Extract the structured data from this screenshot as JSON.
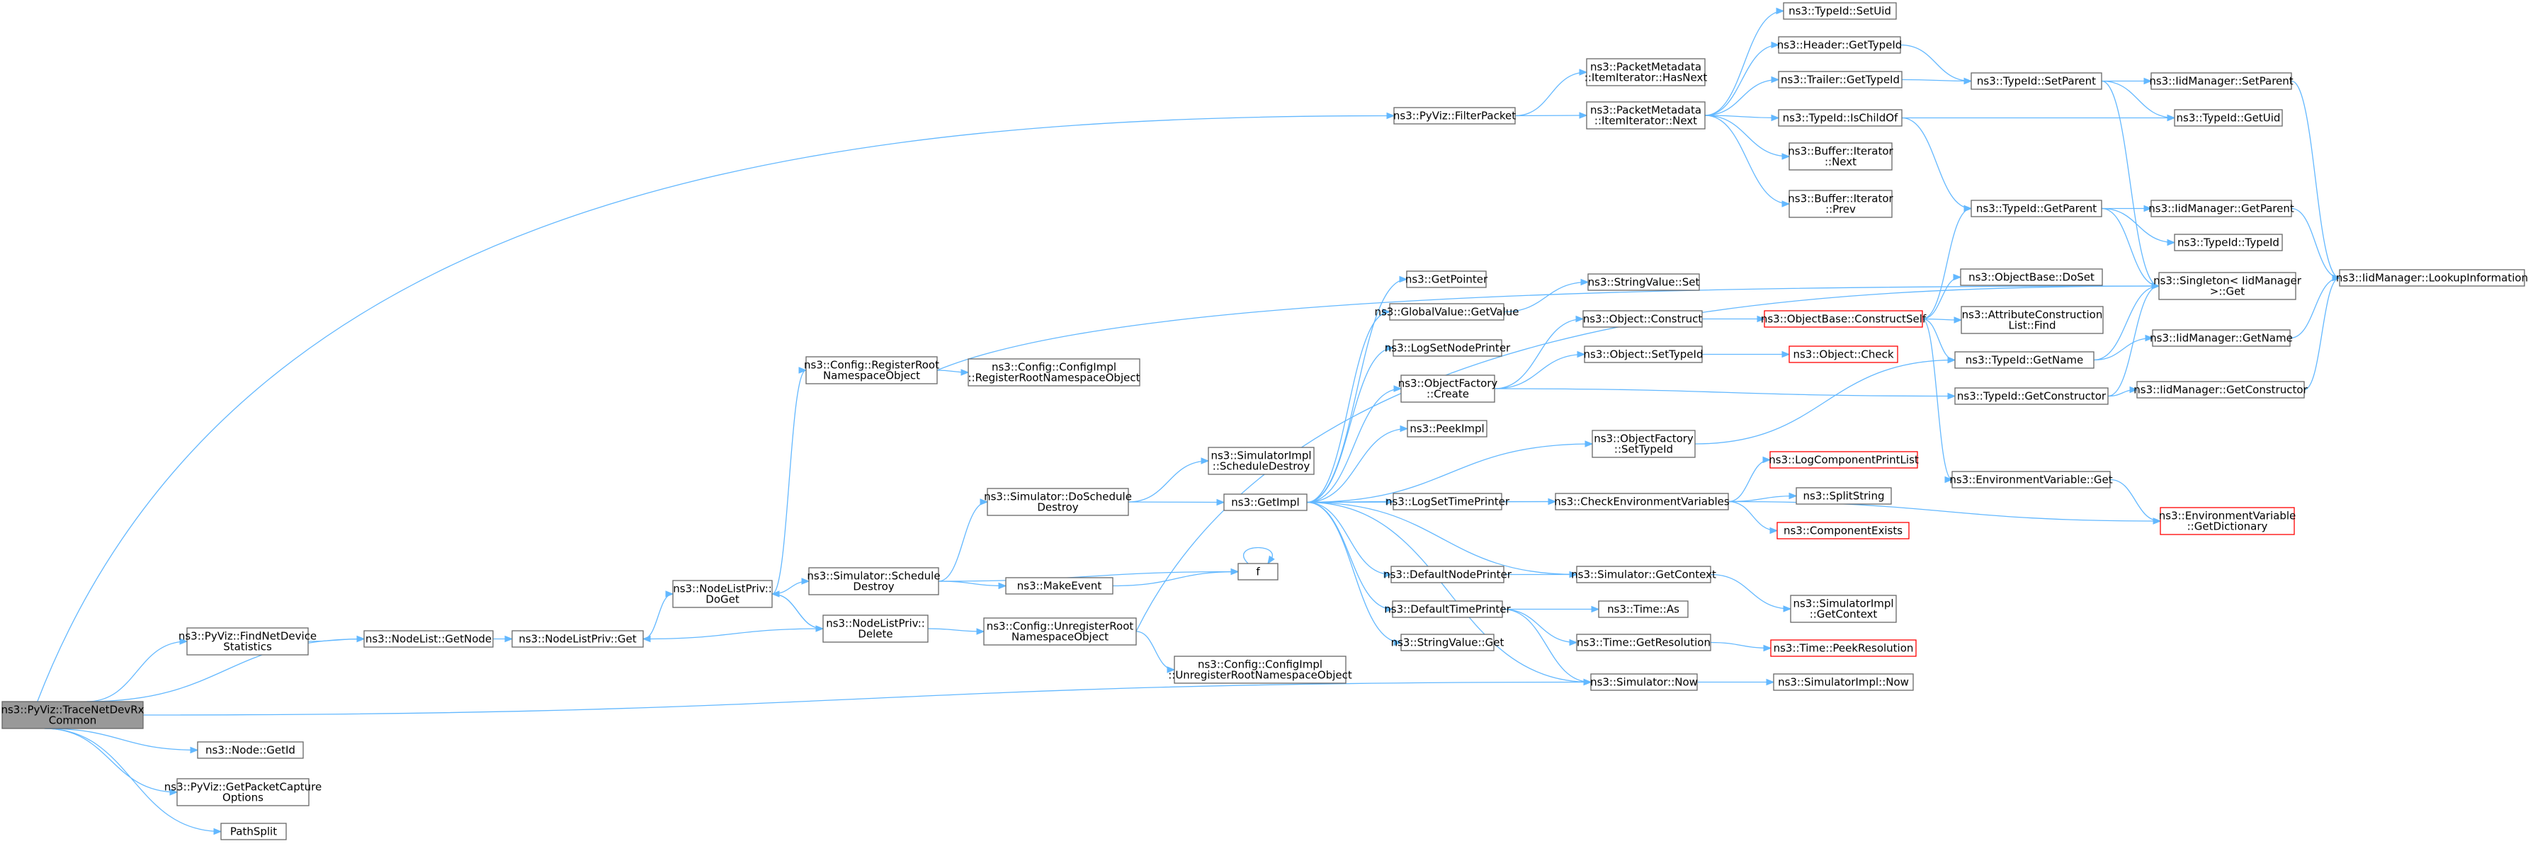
{
  "graph": {
    "nodes": [
      {
        "id": "root",
        "lines": [
          "ns3::PyViz::TraceNetDevRx",
          "Common"
        ]
      },
      {
        "id": "pyviz_filterpacket",
        "lines": [
          "ns3::PyViz::FilterPacket"
        ]
      },
      {
        "id": "pyviz_findnetdev",
        "lines": [
          "ns3::PyViz::FindNetDevice",
          "Statistics"
        ]
      },
      {
        "id": "nodelist_getnode",
        "lines": [
          "ns3::NodeList::GetNode"
        ]
      },
      {
        "id": "node_getid",
        "lines": [
          "ns3::Node::GetId"
        ]
      },
      {
        "id": "pyviz_getpacketcapture",
        "lines": [
          "ns3::PyViz::GetPacketCapture",
          "Options"
        ]
      },
      {
        "id": "pathsplit",
        "lines": [
          "PathSplit"
        ]
      },
      {
        "id": "nodelistpriv_get",
        "lines": [
          "ns3::NodeListPriv::Get"
        ]
      },
      {
        "id": "nodelistpriv_doget",
        "lines": [
          "ns3::NodeListPriv::",
          "DoGet"
        ]
      },
      {
        "id": "config_registerroot",
        "lines": [
          "ns3::Config::RegisterRoot",
          "NamespaceObject"
        ]
      },
      {
        "id": "configimpl_registerroot",
        "lines": [
          "ns3::Config::ConfigImpl",
          "::RegisterRootNamespaceObject"
        ]
      },
      {
        "id": "sim_scheduledestroy",
        "lines": [
          "ns3::Simulator::Schedule",
          "Destroy"
        ]
      },
      {
        "id": "nodelistpriv_delete",
        "lines": [
          "ns3::NodeListPriv::",
          "Delete"
        ]
      },
      {
        "id": "sim_doscheduledestroy",
        "lines": [
          "ns3::Simulator::DoSchedule",
          "Destroy"
        ]
      },
      {
        "id": "makeevent",
        "lines": [
          "ns3::MakeEvent"
        ]
      },
      {
        "id": "config_unregisterroot",
        "lines": [
          "ns3::Config::UnregisterRoot",
          "NamespaceObject"
        ]
      },
      {
        "id": "configimpl_unregisterroot",
        "lines": [
          "ns3::Config::ConfigImpl",
          "::UnregisterRootNamespaceObject"
        ]
      },
      {
        "id": "simimpl_scheduledestroy",
        "lines": [
          "ns3::SimulatorImpl",
          "::ScheduleDestroy"
        ]
      },
      {
        "id": "getimpl",
        "lines": [
          "ns3::GetImpl"
        ]
      },
      {
        "id": "f",
        "lines": [
          "f"
        ]
      },
      {
        "id": "getpointer",
        "lines": [
          "ns3::GetPointer"
        ]
      },
      {
        "id": "globalvalue_getvalue",
        "lines": [
          "ns3::GlobalValue::GetValue"
        ]
      },
      {
        "id": "logsetnodeprinter",
        "lines": [
          "ns3::LogSetNodePrinter"
        ]
      },
      {
        "id": "objectfactory_create",
        "lines": [
          "ns3::ObjectFactory",
          "::Create"
        ]
      },
      {
        "id": "peekimpl",
        "lines": [
          "ns3::PeekImpl"
        ]
      },
      {
        "id": "logsettimeprinter",
        "lines": [
          "ns3::LogSetTimePrinter"
        ]
      },
      {
        "id": "defaultnodeprinter",
        "lines": [
          "ns3::DefaultNodePrinter"
        ]
      },
      {
        "id": "defaulttimeprinter",
        "lines": [
          "ns3::DefaultTimePrinter"
        ]
      },
      {
        "id": "stringvalue_get",
        "lines": [
          "ns3::StringValue::Get"
        ]
      },
      {
        "id": "stringvalue_set",
        "lines": [
          "ns3::StringValue::Set"
        ]
      },
      {
        "id": "object_construct",
        "lines": [
          "ns3::Object::Construct"
        ]
      },
      {
        "id": "object_settypeid",
        "lines": [
          "ns3::Object::SetTypeId"
        ]
      },
      {
        "id": "objectfactory_settypeid",
        "lines": [
          "ns3::ObjectFactory",
          "::SetTypeId"
        ]
      },
      {
        "id": "checkenvvars",
        "lines": [
          "ns3::CheckEnvironmentVariables"
        ]
      },
      {
        "id": "sim_getcontext",
        "lines": [
          "ns3::Simulator::GetContext"
        ]
      },
      {
        "id": "time_as",
        "lines": [
          "ns3::Time::As"
        ]
      },
      {
        "id": "time_getresolution",
        "lines": [
          "ns3::Time::GetResolution"
        ]
      },
      {
        "id": "sim_now",
        "lines": [
          "ns3::Simulator::Now"
        ]
      },
      {
        "id": "pm_hasnext",
        "lines": [
          "ns3::PacketMetadata",
          "::ItemIterator::HasNext"
        ]
      },
      {
        "id": "pm_next",
        "lines": [
          "ns3::PacketMetadata",
          "::ItemIterator::Next"
        ]
      },
      {
        "id": "objectbase_constructself",
        "lines": [
          "ns3::ObjectBase::ConstructSelf"
        ]
      },
      {
        "id": "object_check",
        "lines": [
          "ns3::Object::Check"
        ]
      },
      {
        "id": "logcomponentprintlist",
        "lines": [
          "ns3::LogComponentPrintList"
        ]
      },
      {
        "id": "splitstring",
        "lines": [
          "ns3::SplitString"
        ]
      },
      {
        "id": "componentexists",
        "lines": [
          "ns3::ComponentExists"
        ]
      },
      {
        "id": "simimpl_getcontext",
        "lines": [
          "ns3::SimulatorImpl",
          "::GetContext"
        ]
      },
      {
        "id": "time_peekresolution",
        "lines": [
          "ns3::Time::PeekResolution"
        ]
      },
      {
        "id": "simimpl_now",
        "lines": [
          "ns3::SimulatorImpl::Now"
        ]
      },
      {
        "id": "typeid_setuid",
        "lines": [
          "ns3::TypeId::SetUid"
        ]
      },
      {
        "id": "header_gettypeid",
        "lines": [
          "ns3::Header::GetTypeId"
        ]
      },
      {
        "id": "trailer_gettypeid",
        "lines": [
          "ns3::Trailer::GetTypeId"
        ]
      },
      {
        "id": "typeid_ischildof",
        "lines": [
          "ns3::TypeId::IsChildOf"
        ]
      },
      {
        "id": "buffer_next",
        "lines": [
          "ns3::Buffer::Iterator",
          "::Next"
        ]
      },
      {
        "id": "buffer_prev",
        "lines": [
          "ns3::Buffer::Iterator",
          "::Prev"
        ]
      },
      {
        "id": "typeid_setparent",
        "lines": [
          "ns3::TypeId::SetParent"
        ]
      },
      {
        "id": "typeid_getparent",
        "lines": [
          "ns3::TypeId::GetParent"
        ]
      },
      {
        "id": "objectbase_doset",
        "lines": [
          "ns3::ObjectBase::DoSet"
        ]
      },
      {
        "id": "attrconstructionlist_find",
        "lines": [
          "ns3::AttributeConstruction",
          "List::Find"
        ]
      },
      {
        "id": "typeid_getname",
        "lines": [
          "ns3::TypeId::GetName"
        ]
      },
      {
        "id": "typeid_getconstructor",
        "lines": [
          "ns3::TypeId::GetConstructor"
        ]
      },
      {
        "id": "envvar_get",
        "lines": [
          "ns3::EnvironmentVariable::Get"
        ]
      },
      {
        "id": "iid_setparent",
        "lines": [
          "ns3::IidManager::SetParent"
        ]
      },
      {
        "id": "typeid_getuid",
        "lines": [
          "ns3::TypeId::GetUid"
        ]
      },
      {
        "id": "iid_getparent",
        "lines": [
          "ns3::IidManager::GetParent"
        ]
      },
      {
        "id": "typeid_typeid",
        "lines": [
          "ns3::TypeId::TypeId"
        ]
      },
      {
        "id": "singleton_get",
        "lines": [
          "ns3::Singleton< IidManager",
          ">::Get"
        ]
      },
      {
        "id": "iid_getname",
        "lines": [
          "ns3::IidManager::GetName"
        ]
      },
      {
        "id": "iid_getconstructor",
        "lines": [
          "ns3::IidManager::GetConstructor"
        ]
      },
      {
        "id": "envvar_getdictionary",
        "lines": [
          "ns3::EnvironmentVariable",
          "::GetDictionary"
        ]
      },
      {
        "id": "iid_lookupinformation",
        "lines": [
          "ns3::IidManager::LookupInformation"
        ]
      }
    ]
  }
}
